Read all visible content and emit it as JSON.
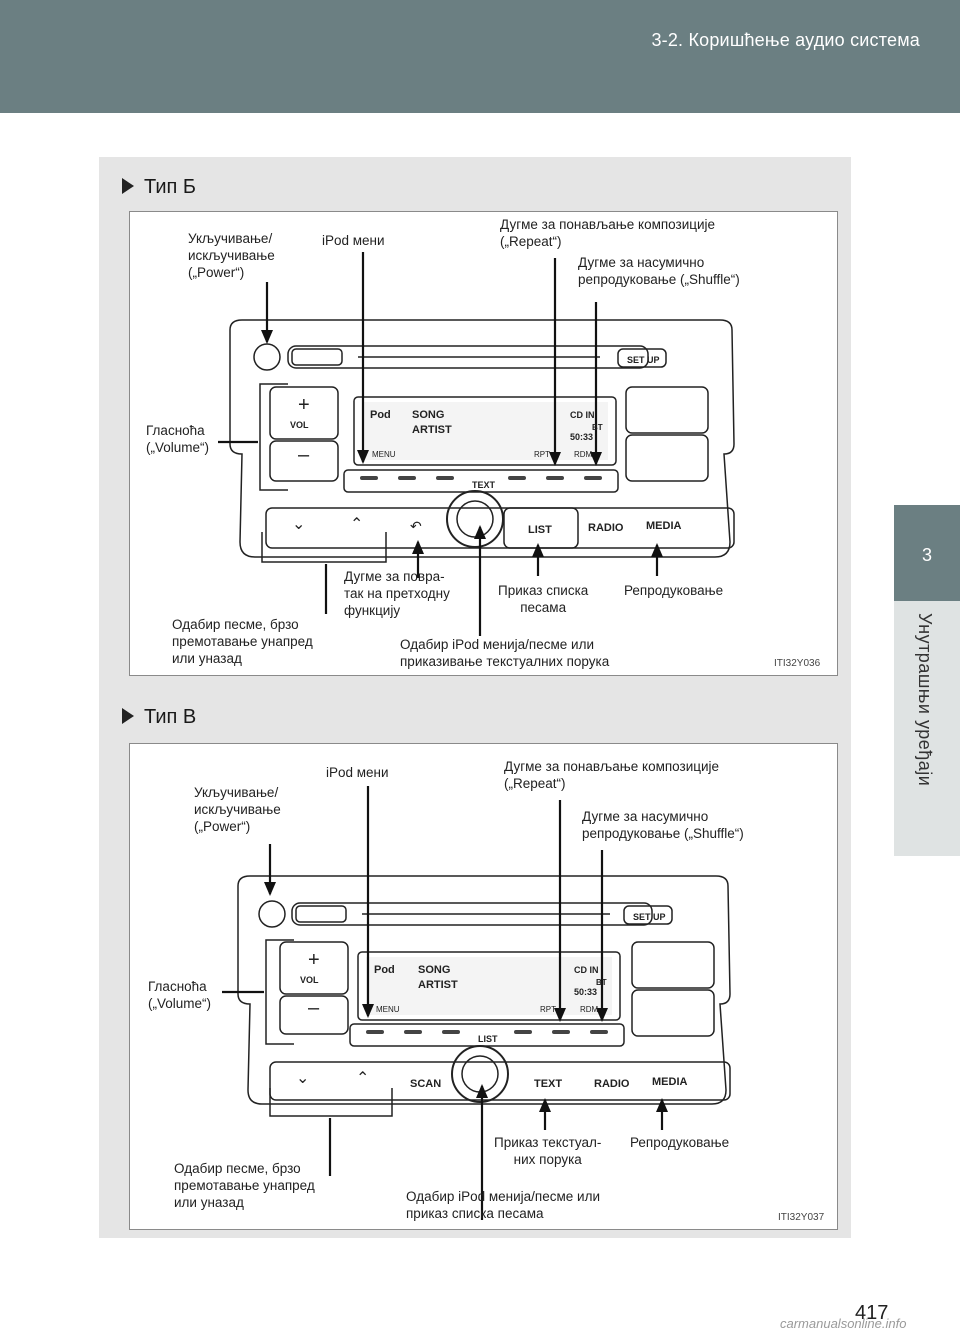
{
  "header": {
    "section_title": "3-2. Коришћење аудио система"
  },
  "side_tab": {
    "number": "3",
    "title": "Унутрашњи уређаји"
  },
  "sections": [
    {
      "title": "Тип Б",
      "figure_code": "ITI32Y036",
      "labels": {
        "power": "Укључивање/\nискључивање\n(„Power“)",
        "ipod_menu": "iPod мени",
        "repeat": "Дугме за понављање композиције\n(„Repeat“)",
        "shuffle": "Дугме за насумично\nрепродуковање („Shuffle“)",
        "volume": "Гласноћа\n(„Volume“)",
        "back": "Дугме за повра-\nтак на претходну\nфункцију",
        "list": "Приказ списка\nпесама",
        "play": "Репродуковање",
        "seek": "Одабир песме, брзо\nпремотавање унапред\nили уназад",
        "knob": "Одабир iPod менија/песме или\nприказивање текстуалних порука"
      },
      "unit": {
        "setup": "SET UP",
        "vol": "VOL",
        "display_pod": "Pod",
        "song": "SONG",
        "artist": "ARTIST",
        "cd_in": "CD IN",
        "bt": "BT",
        "time": "50:33",
        "menu": "MENU",
        "rpt": "RPT",
        "rdm": "RDM",
        "center_small": "TEXT",
        "btn_a": "LIST",
        "btn_b": "RADIO",
        "btn_c": "MEDIA"
      }
    },
    {
      "title": "Тип В",
      "figure_code": "ITI32Y037",
      "labels": {
        "power": "Укључивање/\nискључивање\n(„Power“)",
        "ipod_menu": "iPod мени",
        "repeat": "Дугме за понављање композиције\n(„Repeat“)",
        "shuffle": "Дугме за насумично\nрепродуковање („Shuffle“)",
        "volume": "Гласноћа\n(„Volume“)",
        "text": "Приказ текстуал-\nних порука",
        "play": "Репродуковање",
        "seek": "Одабир песме, брзо\nпремотавање унапред\nили уназад",
        "knob": "Одабир iPod менија/песме или\nприказ списка песама"
      },
      "unit": {
        "setup": "SET UP",
        "vol": "VOL",
        "display_pod": "Pod",
        "song": "SONG",
        "artist": "ARTIST",
        "cd_in": "CD IN",
        "bt": "BT",
        "time": "50:33",
        "menu": "MENU",
        "rpt": "RPT",
        "rdm": "RDM",
        "center_small": "LIST",
        "btn_scan": "SCAN",
        "btn_a": "TEXT",
        "btn_b": "RADIO",
        "btn_c": "MEDIA"
      }
    }
  ],
  "page_number": "417",
  "watermark": "carmanualsonline.info"
}
